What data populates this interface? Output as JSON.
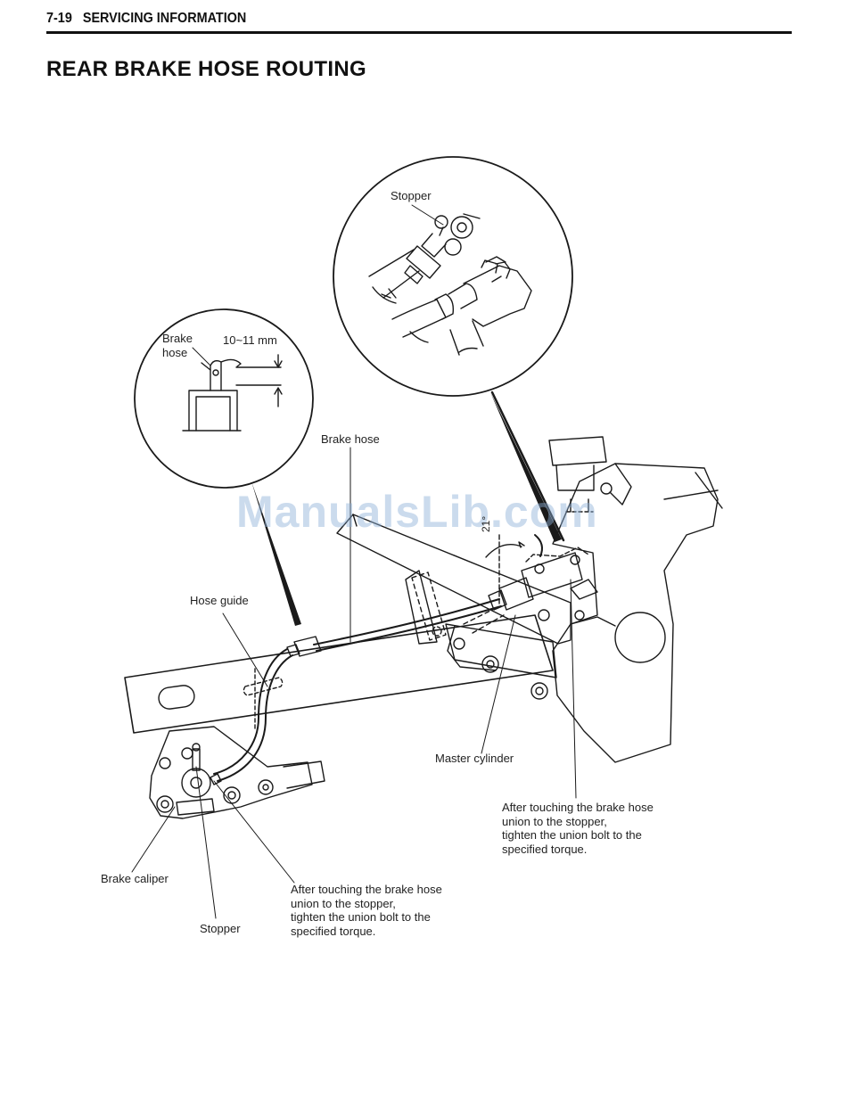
{
  "header": {
    "page_number": "7-19",
    "section": "SERVICING INFORMATION"
  },
  "title": "REAR BRAKE HOSE ROUTING",
  "watermark": "ManualsLib.com",
  "labels": {
    "detail_stopper": "Stopper",
    "detail_brake_hose": "Brake\nhose",
    "detail_clearance": "10~11 mm",
    "angle": "21°",
    "brake_hose": "Brake hose",
    "hose_guide": "Hose guide",
    "master_cylinder": "Master cylinder",
    "note_master": "After touching the brake hose\nunion to the stopper,\ntighten the union bolt to the\nspecified torque.",
    "brake_caliper": "Brake caliper",
    "note_caliper": "After touching the brake hose\nunion to the stopper,\ntighten the union bolt to the\nspecified torque.",
    "stopper": "Stopper"
  }
}
